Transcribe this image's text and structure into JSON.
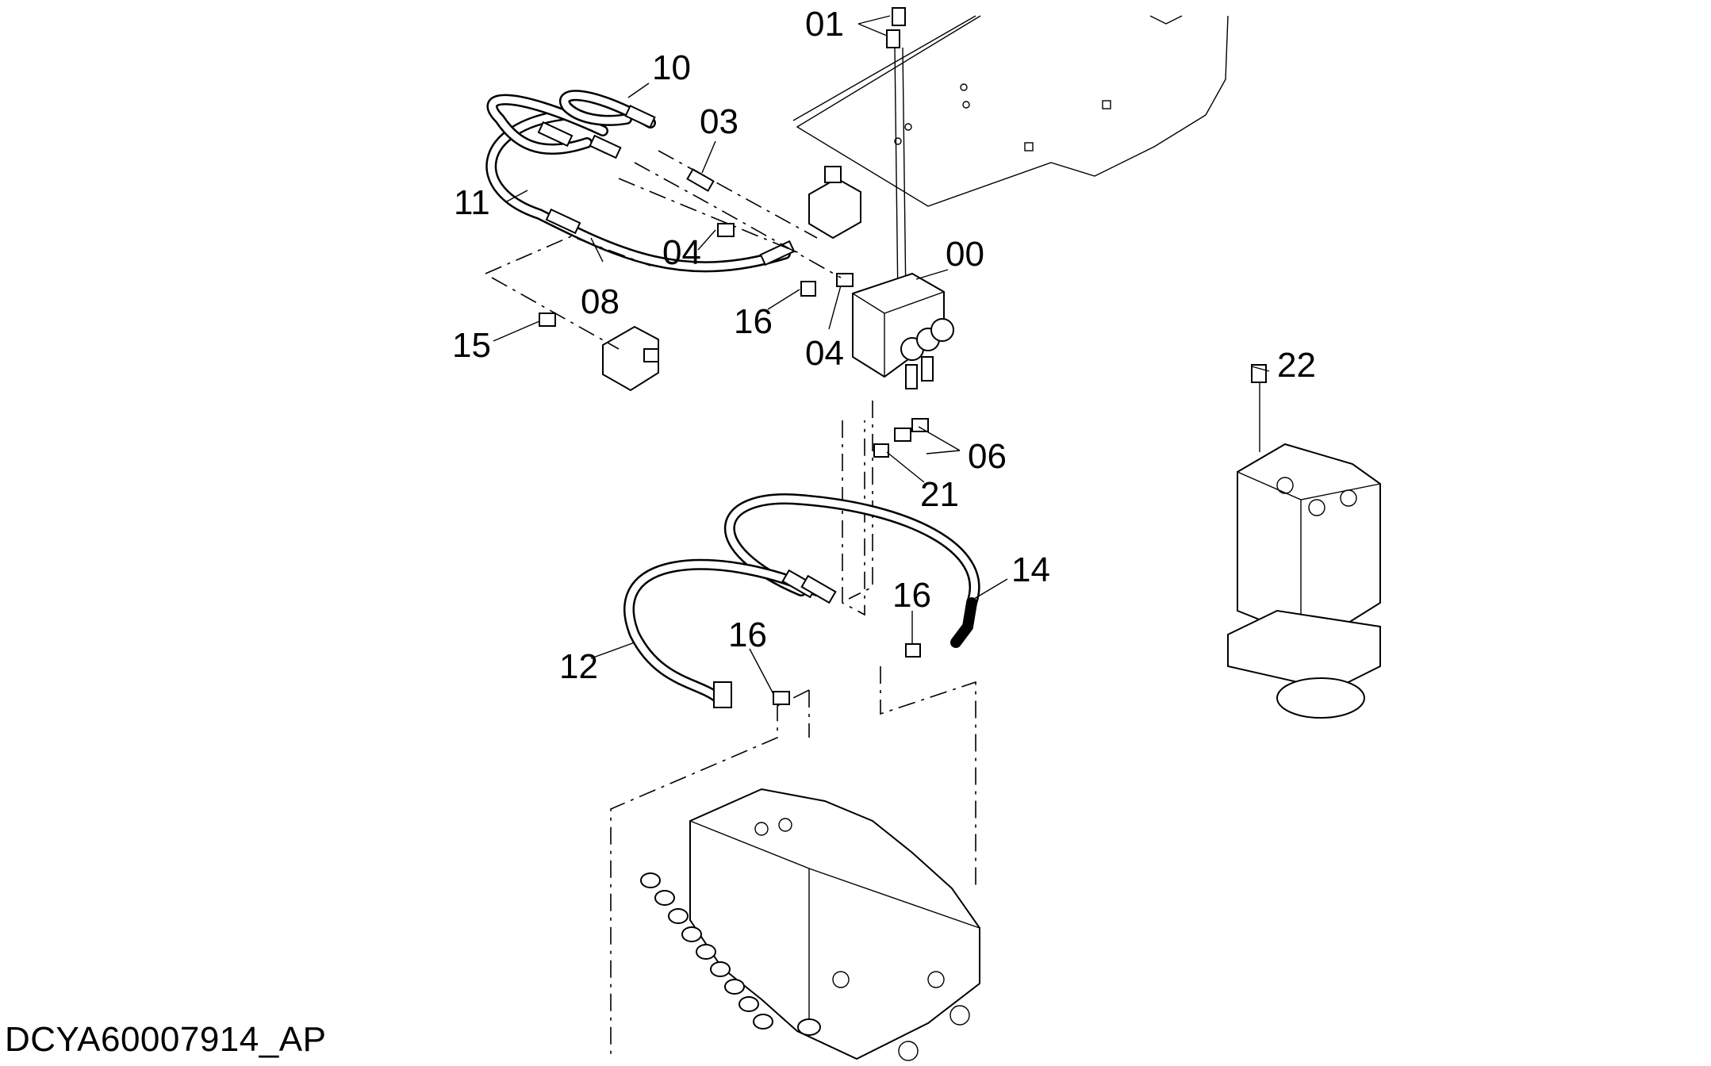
{
  "callouts": [
    {
      "id": "00",
      "label": "00"
    },
    {
      "id": "01",
      "label": "01"
    },
    {
      "id": "03",
      "label": "03"
    },
    {
      "id": "04a",
      "label": "04"
    },
    {
      "id": "04b",
      "label": "04"
    },
    {
      "id": "06",
      "label": "06"
    },
    {
      "id": "08",
      "label": "08"
    },
    {
      "id": "10",
      "label": "10"
    },
    {
      "id": "11",
      "label": "11"
    },
    {
      "id": "12",
      "label": "12"
    },
    {
      "id": "14",
      "label": "14"
    },
    {
      "id": "15",
      "label": "15"
    },
    {
      "id": "16a",
      "label": "16"
    },
    {
      "id": "16b",
      "label": "16"
    },
    {
      "id": "21a",
      "label": "21"
    },
    {
      "id": "21b",
      "label": "21"
    },
    {
      "id": "22",
      "label": "22"
    }
  ],
  "document_id": "DCYA60007914_AP"
}
